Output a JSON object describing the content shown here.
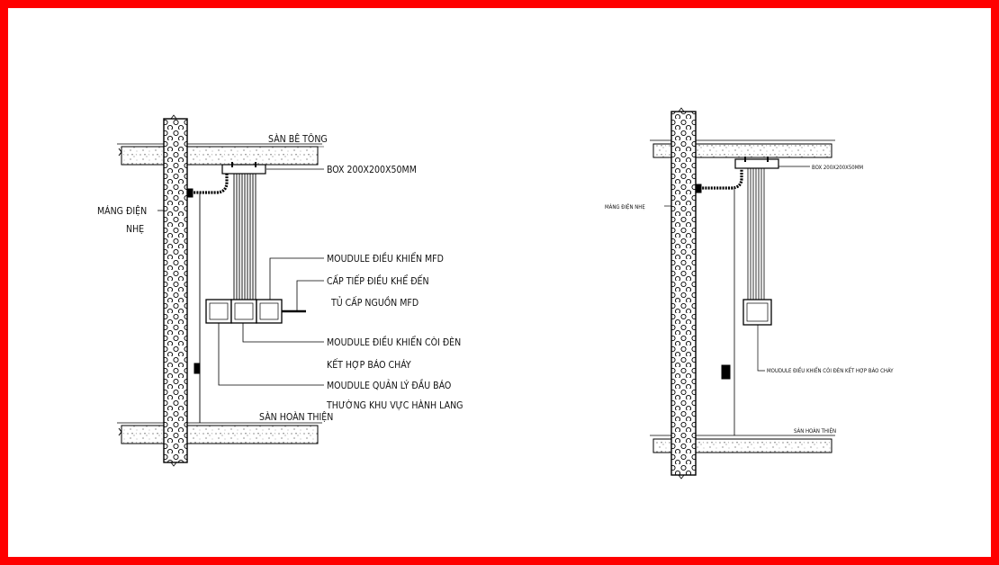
{
  "colors": {
    "frame": "#ff0000",
    "line": "#000000",
    "background": "#ffffff"
  },
  "left_detail": {
    "slab_top": "SÀN BÊ TÔNG",
    "box": "BOX 200X200X50MM",
    "tray": "MÁNG ĐIỆN",
    "tray2": "NHẸ",
    "module_mfd": "MOUDULE ĐIỀU KHIỂN MFD",
    "cable_1": "CẤP TIẾP ĐIỀU KHỂ ĐẾN",
    "cable_2": "TỦ CẤP NGUỒN MFD",
    "module_horn_1": "MOUDULE ĐIỀU KHIỂN CÒI ĐÈN",
    "module_horn_2": "KẾT HỢP BÁO CHÁY",
    "module_alarm_1": "MOUDULE QUẢN LÝ ĐẦU BÁO",
    "module_alarm_2": "THƯỜNG KHU VỰC HÀNH LANG",
    "slab_bottom": "SÀN HOÀN THIỆN"
  },
  "right_detail": {
    "box": "BOX 200X200X50MM",
    "tray": "MÁNG ĐIỆN NHẸ",
    "module_horn": "MOUDULE ĐIỀU KHIỂN CÒI ĐÈN KẾT HỢP BÁO CHÁY",
    "slab_bottom": "SÀN HOÀN THIỆN"
  }
}
